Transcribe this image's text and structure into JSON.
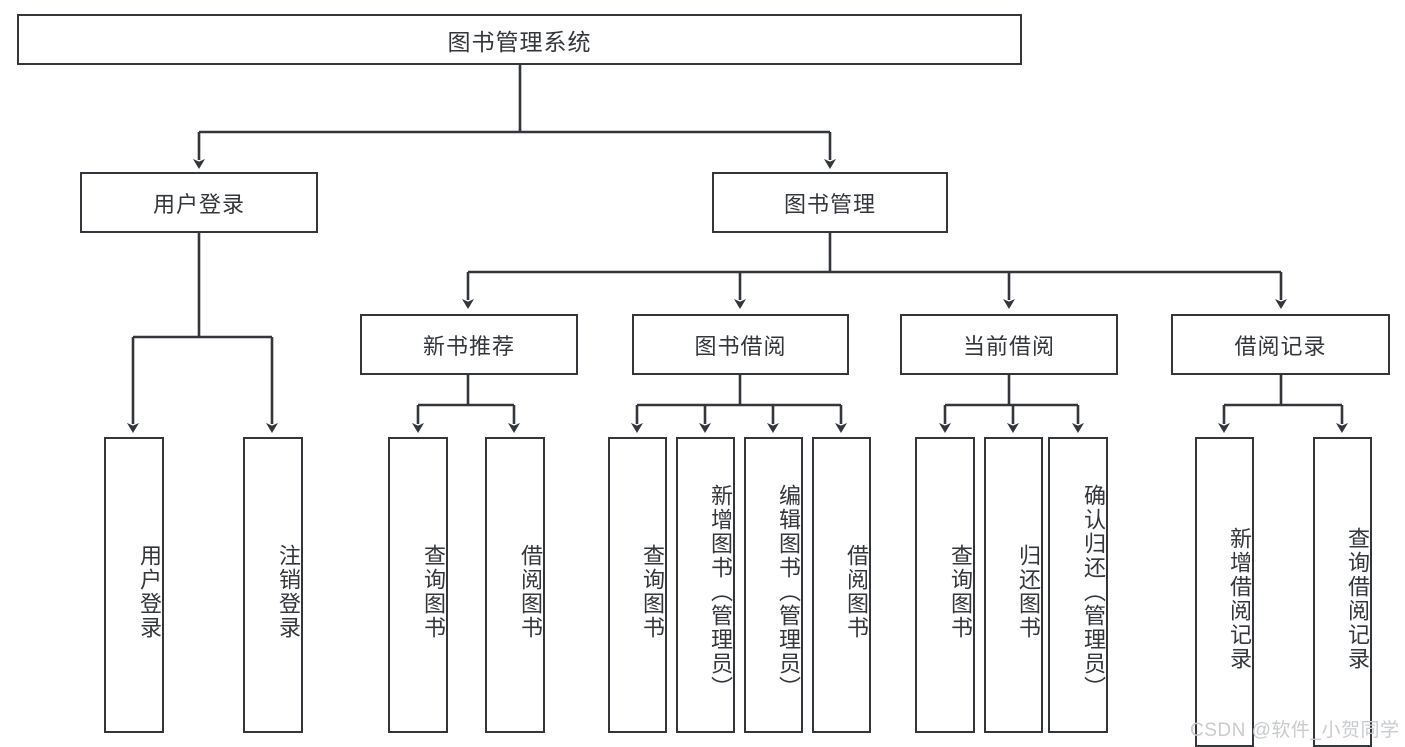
{
  "diagram": {
    "title": "图书管理系统",
    "type": "tree-flowchart",
    "colors": {
      "stroke": "#33363a",
      "fill": "#ffffff",
      "text": "#33363a",
      "watermark": "#c9cbcd"
    },
    "root": {
      "label": "图书管理系统"
    },
    "level2": [
      {
        "label": "用户登录"
      },
      {
        "label": "图书管理"
      }
    ],
    "level3": [
      {
        "label": "新书推荐"
      },
      {
        "label": "图书借阅"
      },
      {
        "label": "当前借阅"
      },
      {
        "label": "借阅记录"
      }
    ],
    "leaves": [
      {
        "label": "用户登录",
        "parent": "用户登录"
      },
      {
        "label": "注销登录",
        "parent": "用户登录"
      },
      {
        "label": "查询图书",
        "parent": "新书推荐"
      },
      {
        "label": "借阅图书",
        "parent": "新书推荐"
      },
      {
        "label": "查询图书",
        "parent": "图书借阅"
      },
      {
        "label": "新增图书（管理员）",
        "parent": "图书借阅"
      },
      {
        "label": "编辑图书（管理员）",
        "parent": "图书借阅"
      },
      {
        "label": "借阅图书",
        "parent": "图书借阅"
      },
      {
        "label": "查询图书",
        "parent": "当前借阅"
      },
      {
        "label": "归还图书",
        "parent": "当前借阅"
      },
      {
        "label": "确认归还（管理员）",
        "parent": "当前借阅"
      },
      {
        "label": "新增借阅记录",
        "parent": "借阅记录"
      },
      {
        "label": "查询借阅记录",
        "parent": "借阅记录"
      }
    ],
    "watermark": "CSDN @软件_小贺同学"
  }
}
